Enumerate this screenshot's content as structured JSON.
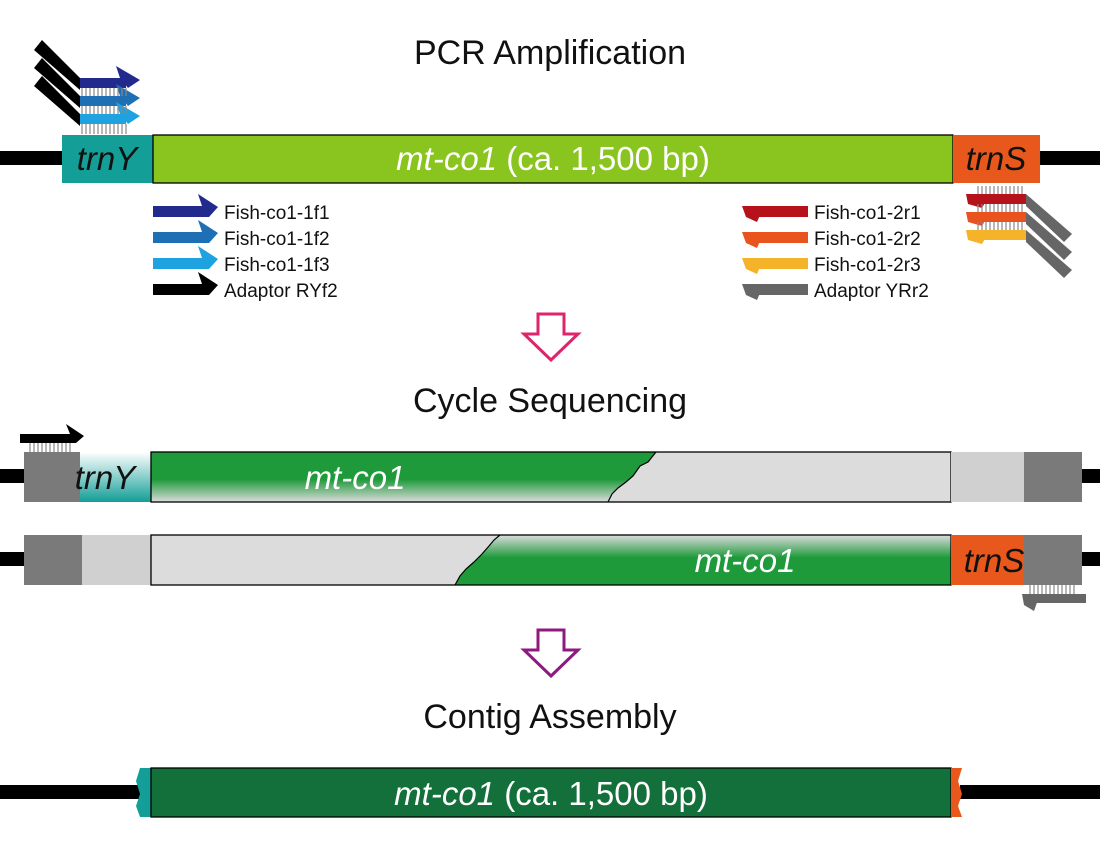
{
  "sections": {
    "pcr_title": "PCR Amplification",
    "cycle_title": "Cycle Sequencing",
    "contig_title": "Contig Assembly"
  },
  "genes": {
    "trnY": "trnY",
    "trnS": "trnS",
    "mtco1": "mt-co1",
    "size_note": " (ca. 1,500 bp)"
  },
  "legend": {
    "forward": [
      {
        "label": "Fish-co1-1f1",
        "color": "#232a8e"
      },
      {
        "label": "Fish-co1-1f2",
        "color": "#1f6fb4"
      },
      {
        "label": "Fish-co1-1f3",
        "color": "#1fa2e0"
      },
      {
        "label": "Adaptor RYf2",
        "color": "#000000"
      }
    ],
    "reverse": [
      {
        "label": "Fish-co1-2r1",
        "color": "#b5121b"
      },
      {
        "label": "Fish-co1-2r2",
        "color": "#e8531e"
      },
      {
        "label": "Fish-co1-2r3",
        "color": "#f5b32a"
      },
      {
        "label": "Adaptor YRr2",
        "color": "#666666"
      }
    ]
  },
  "colors": {
    "trnY": "#139e97",
    "trnS": "#e8581c",
    "mtco1_pcr": "#8ac41f",
    "mtco1_seq": "#1f9a3b",
    "mtco1_contig": "#13703a",
    "arrow_1": "#e0246b",
    "arrow_2": "#8e1a7f",
    "dna": "#000000",
    "grey_dark": "#7a7a7a",
    "grey_light": "#d0d0d0",
    "read_empty": "#dcdcdc"
  }
}
